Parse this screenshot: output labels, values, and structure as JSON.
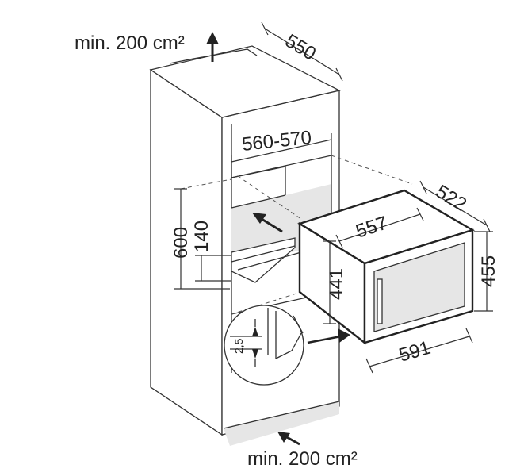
{
  "labels": {
    "vent_top": "min. 200 cm²",
    "vent_bottom": "min. 200 cm²",
    "depth_550": "550",
    "width_560_570": "560-570",
    "height_600": "600",
    "height_140": "140",
    "width_557": "557",
    "depth_522": "522",
    "height_441": "441",
    "height_455": "455",
    "width_591": "591",
    "gap_2_5": "2,5"
  },
  "colors": {
    "line": "#333333",
    "shade": "#e6e6e6",
    "background": "#ffffff"
  }
}
